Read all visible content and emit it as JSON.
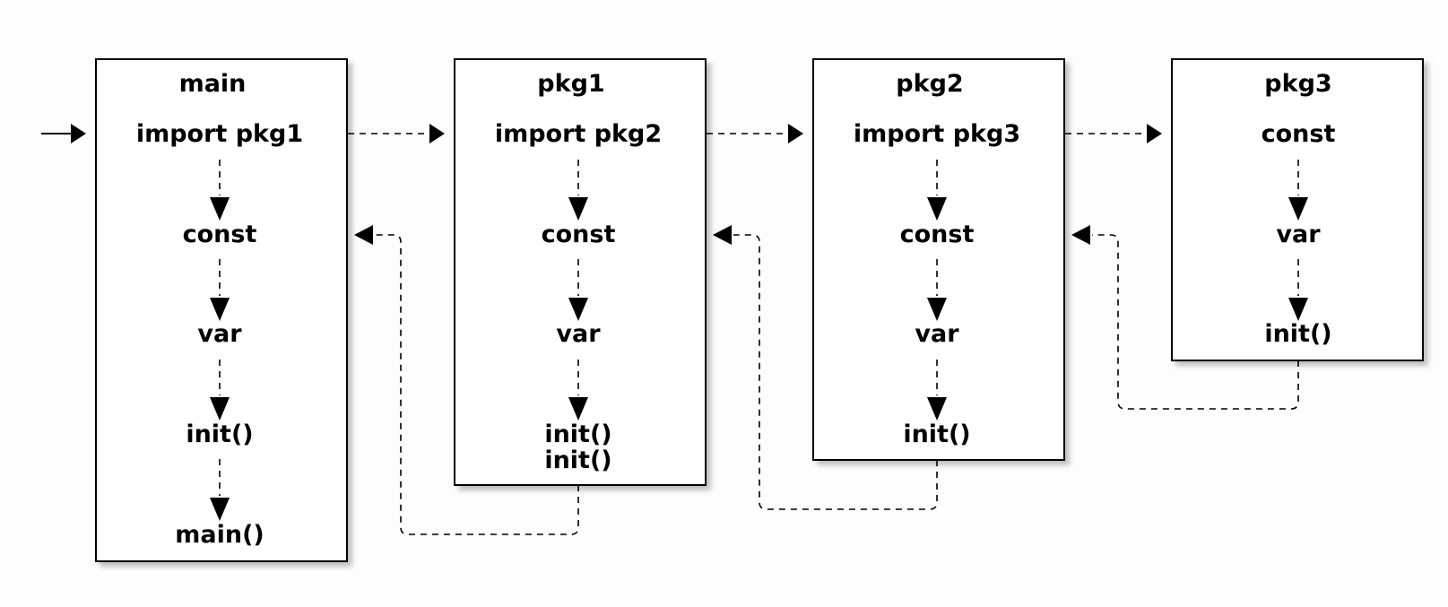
{
  "colors": {
    "box_fill": "#ffffff",
    "stroke": "#000000",
    "shadow": "#c8c8c8"
  },
  "packages": [
    {
      "title": "main",
      "steps": [
        "import pkg1",
        "const",
        "var",
        "init()",
        "main()"
      ]
    },
    {
      "title": "pkg1",
      "steps": [
        "import pkg2",
        "const",
        "var",
        "init()",
        "init()"
      ]
    },
    {
      "title": "pkg2",
      "steps": [
        "import pkg3",
        "const",
        "var",
        "init()"
      ]
    },
    {
      "title": "pkg3",
      "steps": [
        "const",
        "var",
        "init()"
      ]
    }
  ]
}
